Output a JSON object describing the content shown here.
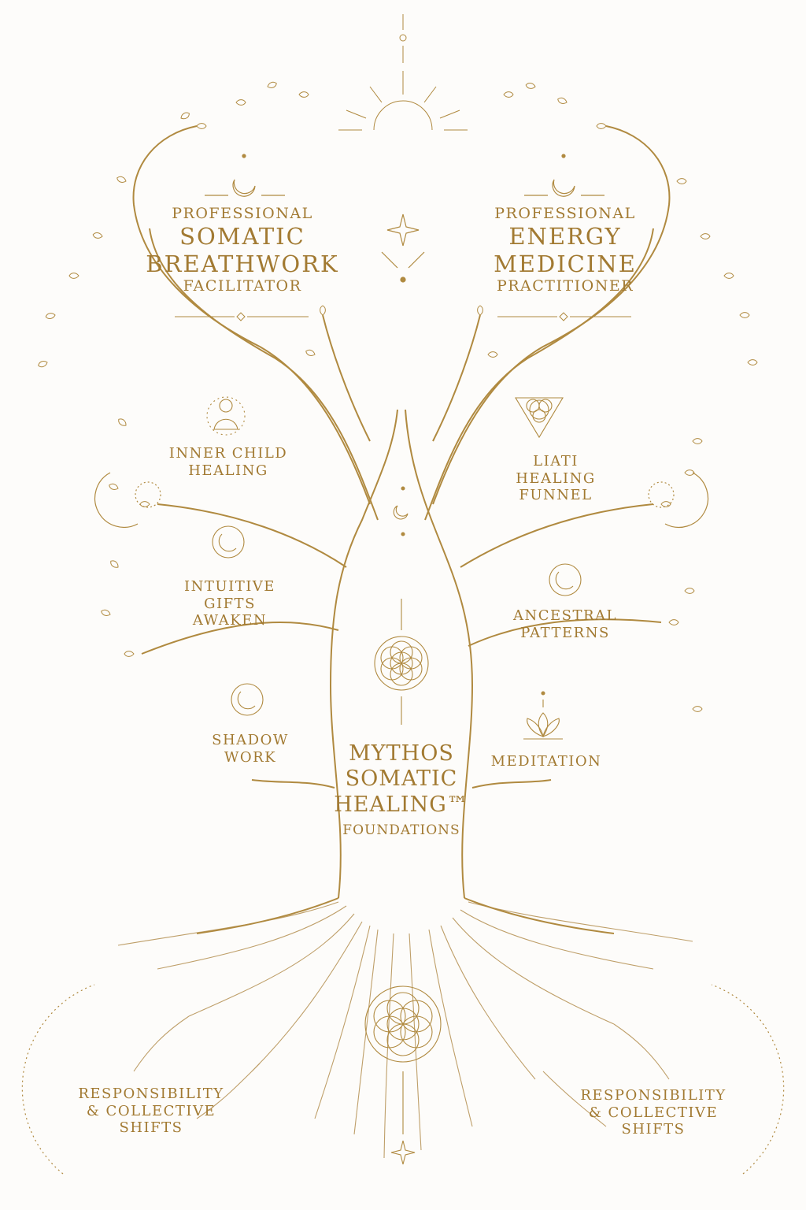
{
  "colors": {
    "gold": "#b08a40",
    "text": "#a27a32",
    "background": "#fdfcfa"
  },
  "left_top": {
    "line1": "PROFESSIONAL",
    "line2": "SOMATIC",
    "line3": "BREATHWORK",
    "line4": "FACILITATOR",
    "icon": "crescent-moon-icon"
  },
  "right_top": {
    "line1": "PROFESSIONAL",
    "line2": "ENERGY",
    "line3": "MEDICINE",
    "line4": "PRACTITIONER",
    "icon": "crescent-moon-icon"
  },
  "branches": {
    "inner_child": {
      "line1": "INNER CHILD",
      "line2": "HEALING",
      "icon": "meditating-child-icon"
    },
    "intuitive": {
      "line1": "INTUITIVE",
      "line2": "GIFTS",
      "line3": "AWAKEN",
      "icon": "crescent-moon-icon"
    },
    "shadow": {
      "line1": "SHADOW",
      "line2": "WORK",
      "icon": "crescent-moon-icon"
    },
    "liati": {
      "line1": "LIATI",
      "line2": "HEALING",
      "line3": "FUNNEL",
      "icon": "sacred-geometry-icon"
    },
    "ancestral": {
      "line1": "ANCESTRAL",
      "line2": "PATTERNS",
      "icon": "crescent-moon-icon"
    },
    "meditation": {
      "line1": "MEDITATION",
      "icon": "lotus-icon"
    }
  },
  "trunk": {
    "line1": "MYTHOS",
    "line2": "SOMATIC",
    "line3": "HEALING™",
    "line4": "FOUNDATIONS",
    "icon": "flower-of-life-icon"
  },
  "roots": {
    "left": {
      "line1": "RESPONSIBILITY",
      "line2": "& COLLECTIVE",
      "line3": "SHIFTS",
      "icon": "crescent-moon-icon"
    },
    "right": {
      "line1": "RESPONSIBILITY",
      "line2": "& COLLECTIVE",
      "line3": "SHIFTS",
      "icon": "crescent-moon-icon"
    }
  }
}
